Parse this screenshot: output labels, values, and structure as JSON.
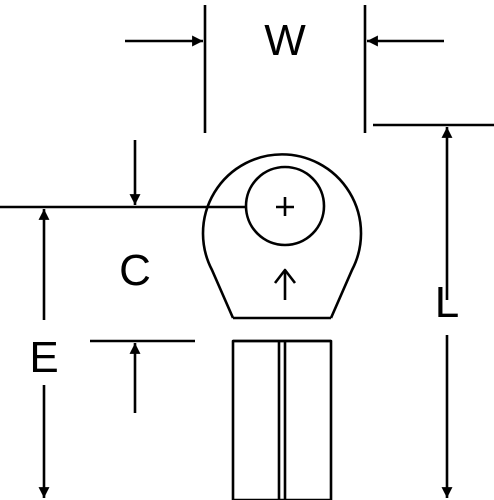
{
  "dimensions": {
    "width_label": "W",
    "length_label": "L",
    "center_label": "C",
    "edge_label": "E"
  },
  "colors": {
    "line": "#000000",
    "background": "#ffffff"
  }
}
